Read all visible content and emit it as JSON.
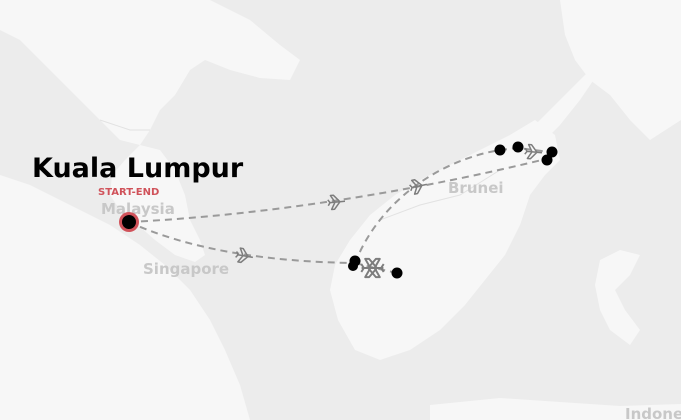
{
  "map": {
    "labels": {
      "malaysia": "Malaysia",
      "singapore": "Singapore",
      "brunei": "Brunei",
      "indonesia_partial": "Indone"
    },
    "origin": {
      "city": "Kuala Lumpur",
      "tag": "START-END",
      "marker_color": "#d0525a"
    },
    "colors": {
      "land": "#f7f7f7",
      "water": "#ececec",
      "route": "#9a9a9a",
      "stop": "#000000"
    },
    "icons": {
      "plane": "airplane-icon",
      "stop": "stop-dot-icon"
    }
  }
}
